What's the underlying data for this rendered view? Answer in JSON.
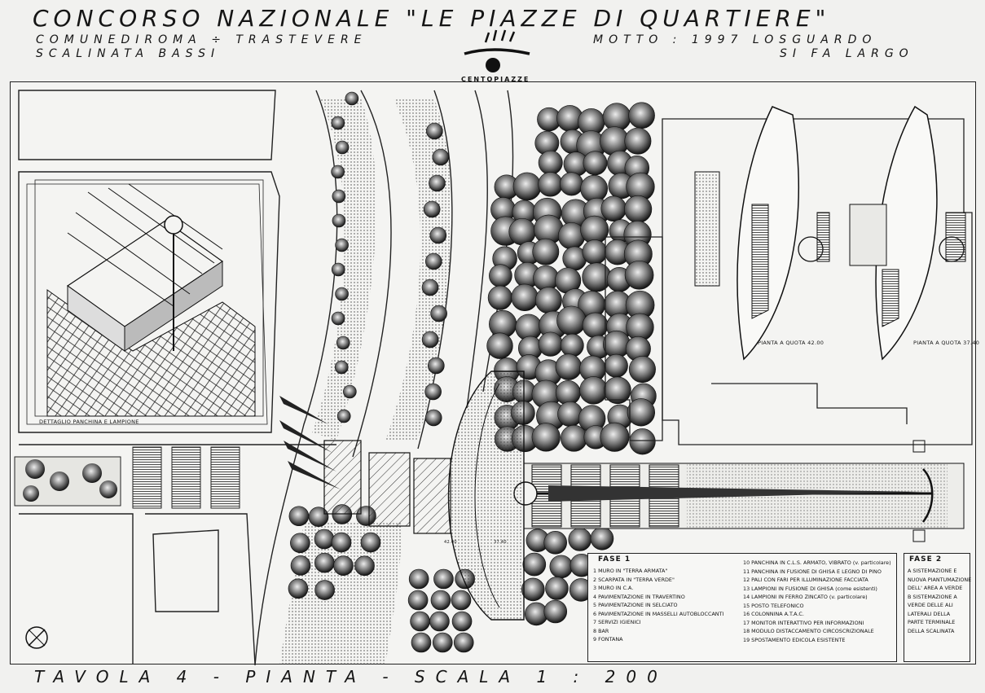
{
  "header": {
    "title": "CONCORSO NAZIONALE \"LE PIAZZE DI QUARTIERE\"",
    "line1_left": "COMUNEDIROMA ÷ TRASTEVERE",
    "line2_left": "SCALINATA BASSI",
    "line1_right": "MOTTO : 1997 LOSGUARDO",
    "line2_right": "SI FA LARGO",
    "logo_text": "CENTOPIAZZE"
  },
  "labels": {
    "detail": "DETTAGLIO PANCHINA E LAMPIONE",
    "plan_42": "PIANTA A QUOTA 42.00",
    "plan_37": "PIANTA A QUOTA 37.40",
    "elev_1": "42.00",
    "elev_2": "37.40"
  },
  "legend_fase1": {
    "title": "FASE 1",
    "col1": [
      "1 MURO IN \"TERRA ARMATA\"",
      "2 SCARPATA IN \"TERRA VERDE\"",
      "3 MURO IN C.A.",
      "4 PAVIMENTAZIONE IN TRAVERTINO",
      "5 PAVIMENTAZIONE IN SELCIATO",
      "6 PAVIMENTAZIONE IN MASSELLI AUTOBLOCCANTI",
      "7 SERVIZI IGIENICI",
      "8 BAR",
      "9 FONTANA"
    ],
    "col2": [
      "10 PANCHINA IN C.L.S. ARMATO, VIBRATO (v. particolare)",
      "11 PANCHINA IN FUSIONE DI GHISA E LEGNO DI PINO",
      "12 PALI CON FARI PER ILLUMINAZIONE FACCIATA",
      "13 LAMPIONI IN FUSIONE DI GHISA (come esistenti)",
      "14 LAMPIONI IN FERRO ZINCATO (v. particolare)",
      "15 POSTO TELEFONICO",
      "16 COLONNINA A.T.A.C.",
      "17 MONITOR INTERATTIVO PER INFORMAZIONI",
      "18 MODULO DISTACCAMENTO CIRCOSCRIZIONALE",
      "19 SPOSTAMENTO EDICOLA ESISTENTE"
    ]
  },
  "legend_fase2": {
    "title": "FASE 2",
    "items": [
      "A SISTEMAZIONE E",
      "  NUOVA PIANTUMAZIONE",
      "  DELL' AREA A VERDE",
      "",
      "B SISTEMAZIONE A",
      "  VERDE DELLE ALI",
      "  LATERALI DELLA",
      "  PARTE TERMINALE",
      "  DELLA SCALINATA"
    ]
  },
  "footer": {
    "text": "TAVOLA 4 - PIANTA - SCALA 1 : 200"
  },
  "colors": {
    "ink": "#151515",
    "paper": "#f1f1ef"
  },
  "icons": [
    "eye-logo-icon",
    "north-arrow-icon"
  ]
}
